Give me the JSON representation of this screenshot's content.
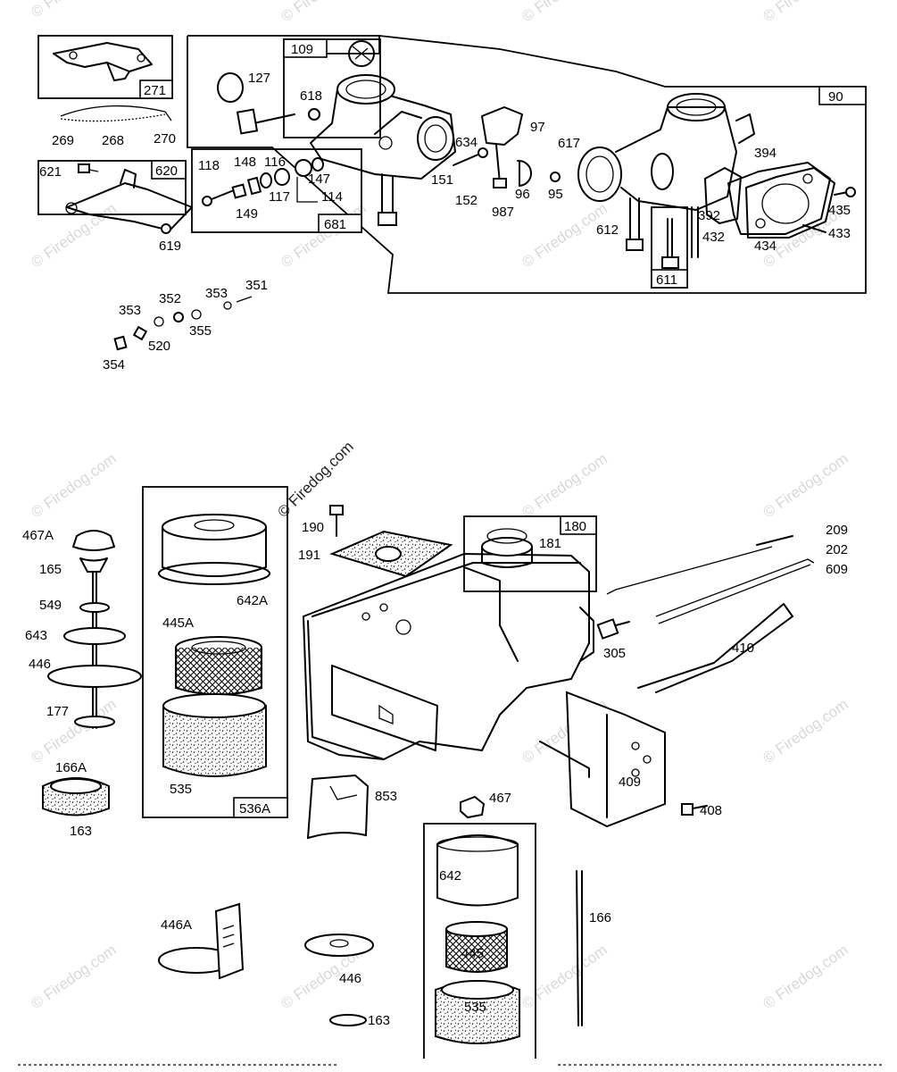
{
  "watermark": {
    "text": "© Firedog.com",
    "main_text": "© Firedog.com"
  },
  "box_labels": {
    "b271": "271",
    "b109": "109",
    "b90": "90",
    "b620": "620",
    "b681": "681",
    "b611": "611",
    "b180": "180",
    "b536a": "536A"
  },
  "part_labels": {
    "p127": "127",
    "p618": "618",
    "p269": "269",
    "p268": "268",
    "p270": "270",
    "p621": "621",
    "p118": "118",
    "p148": "148",
    "p116": "116",
    "p147": "147",
    "p117": "117",
    "p114": "114",
    "p149": "149",
    "p619": "619",
    "p97": "97",
    "p634": "634",
    "p617": "617",
    "p151": "151",
    "p152": "152",
    "p96": "96",
    "p95": "95",
    "p987": "987",
    "p612": "612",
    "p394": "394",
    "p392": "392",
    "p432": "432",
    "p434": "434",
    "p435": "435",
    "p433": "433",
    "p353a": "353",
    "p352": "352",
    "p353b": "353",
    "p351": "351",
    "p355": "355",
    "p520": "520",
    "p354": "354",
    "p467a": "467A",
    "p165": "165",
    "p549": "549",
    "p643": "643",
    "p446a": "446",
    "p177": "177",
    "p166a": "166A",
    "p163a": "163",
    "p642a": "642A",
    "p445a": "445A",
    "p535a": "535",
    "p190": "190",
    "p191": "191",
    "p181": "181",
    "p209": "209",
    "p202": "202",
    "p609": "609",
    "p305": "305",
    "p410": "410",
    "p409": "409",
    "p408": "408",
    "p853": "853",
    "p467": "467",
    "p642": "642",
    "p445": "445",
    "p535b": "535",
    "p166": "166",
    "p446A": "446A",
    "p446b": "446",
    "p163b": "163"
  },
  "icons": [
    "carburetor-icon",
    "air-filter-icon",
    "fuel-tank-icon",
    "bracket-icon",
    "spring-icon",
    "screw-icon"
  ]
}
